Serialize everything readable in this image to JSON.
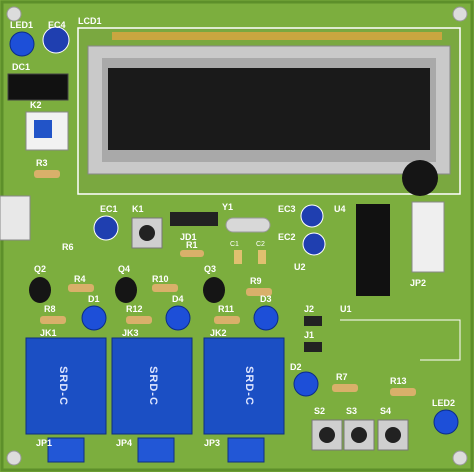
{
  "board": {
    "pcb_color": "#7cae3e",
    "mask_dark": "#5d8f2a",
    "silk_color": "#ffffff",
    "relay_color": "#1b4fc4"
  },
  "labels": {
    "led1": "LED1",
    "ec4": "EC4",
    "dc1": "DC1",
    "k2": "K2",
    "r3": "R3",
    "lcd1": "LCD1",
    "ec1": "EC1",
    "k1": "K1",
    "r6": "R6",
    "jd1": "JD1",
    "y1": "Y1",
    "ec3": "EC3",
    "ec2": "EC2",
    "c1": "C1",
    "c2": "C2",
    "u4": "U4",
    "u2": "U2",
    "jp2": "JP2",
    "q2": "Q2",
    "r4": "R4",
    "q4": "Q4",
    "r10": "R10",
    "q3": "Q3",
    "r1": "R1",
    "r9": "R9",
    "d1": "D1",
    "d4": "D4",
    "d3": "D3",
    "r8": "R8",
    "r12": "R12",
    "r11": "R11",
    "jk1": "JK1",
    "jk3": "JK3",
    "jk2": "JK2",
    "j2": "J2",
    "j1": "J1",
    "u1": "U1",
    "d2": "D2",
    "r7": "R7",
    "r13": "R13",
    "led2": "LED2",
    "s2": "S2",
    "s3": "S3",
    "s4": "S4",
    "jp1": "JP1",
    "jp4": "JP4",
    "jp3": "JP3"
  },
  "relays": [
    {
      "text": "SRD-C"
    },
    {
      "text": "SRD-C"
    },
    {
      "text": "SRD-C"
    }
  ]
}
